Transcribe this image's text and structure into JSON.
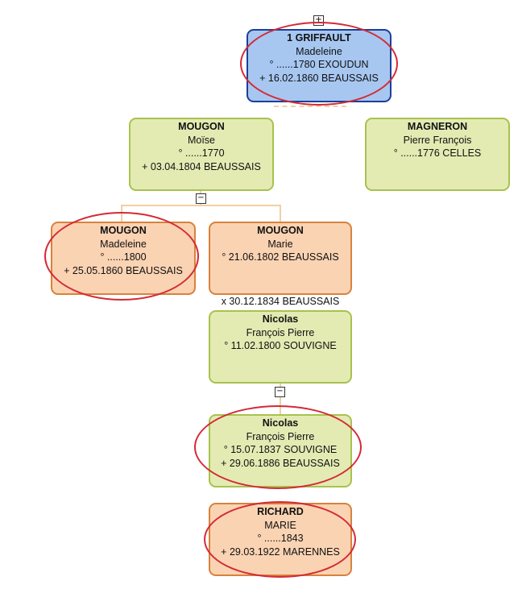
{
  "toggles": {
    "root": "+",
    "mougon_moise": "−",
    "mougon_marie": "−"
  },
  "root": {
    "surname": "1 GRIFFAULT",
    "given": "Madeleine",
    "birth": "° ......1780 EXOUDUN",
    "death": "+ 16.02.1860 BEAUSSAIS"
  },
  "parent_father": {
    "surname": "MOUGON",
    "given": "Moïse",
    "birth": "° ......1770",
    "death": "+ 03.04.1804 BEAUSSAIS"
  },
  "parent_other": {
    "surname": "MAGNERON",
    "given": "Pierre François",
    "birth": "° ......1776 CELLES"
  },
  "child_madeleine": {
    "surname": "MOUGON",
    "given": "Madeleine",
    "birth": "° ......1800",
    "death": "+ 25.05.1860 BEAUSSAIS"
  },
  "child_marie": {
    "surname": "MOUGON",
    "given": "Marie",
    "birth": "° 21.06.1802 BEAUSSAIS"
  },
  "marriage": {
    "text": "x 30.12.1834 BEAUSSAIS"
  },
  "spouse": {
    "surname": "Nicolas",
    "given": "François Pierre",
    "birth": "° 11.02.1800 SOUVIGNE"
  },
  "grandchild": {
    "surname": "Nicolas",
    "given": "François Pierre",
    "birth": "° 15.07.1837 SOUVIGNE",
    "death": "+ 29.06.1886 BEAUSSAIS"
  },
  "grandchild_spouse": {
    "surname": "RICHARD",
    "given": "MARIE",
    "birth": "° ......1843",
    "death": "+ 29.03.1922 MARENNES"
  }
}
